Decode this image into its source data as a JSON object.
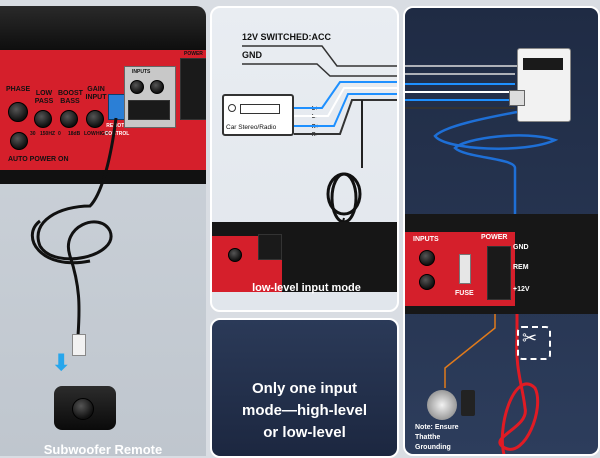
{
  "left_panel": {
    "phase_label": "PHASE",
    "low_pass_label": "LOW PASS",
    "boost_bass_label": "BOOST BASS",
    "gain_input_label": "GAIN INPUT",
    "auto_power_on_label": "AUTO POWER ON",
    "knob_scale": [
      "30",
      "150HZ",
      "0",
      "18dB",
      "LOW",
      "HIGH"
    ],
    "remote_conn_label": "REMOTE CONTROL",
    "inputs_label": "INPUTS",
    "power_label": "POWER",
    "caption": "Subwoofer Remote"
  },
  "mid_top": {
    "acc_label": "12V SWITCHED:ACC",
    "gnd_label": "GND",
    "stereo_label": "Car Stereo/Radio",
    "channel_labels": [
      "L+",
      "L-",
      "R+",
      "R-"
    ],
    "mode_caption": "low-level input mode"
  },
  "mid_bottom": {
    "note_lines": [
      "Only one input",
      "mode—high-level",
      "or low-level"
    ]
  },
  "right_panel": {
    "inputs_label": "INPUTS",
    "power_label": "POWER",
    "gnd_label": "GND",
    "rem_label": "REM",
    "plus12_label": "+12V",
    "fuse_label": "FUSE",
    "note_lines": [
      "Note: Ensure",
      "Thatthe",
      "Grounding"
    ]
  },
  "icons": [
    "down-arrow-icon",
    "scissors-icon"
  ]
}
